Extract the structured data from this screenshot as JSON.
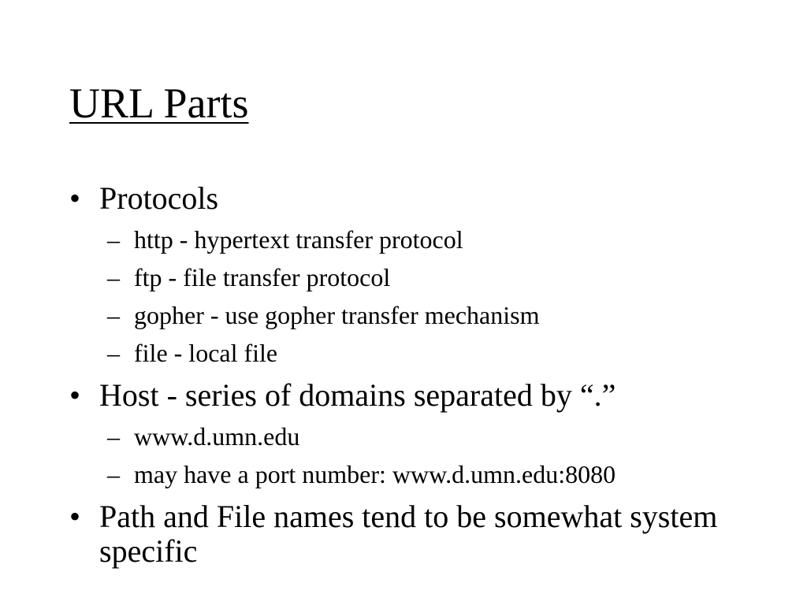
{
  "slide": {
    "title": "URL Parts",
    "bullets": [
      {
        "text": "Protocols",
        "subs": [
          "http - hypertext transfer protocol",
          "ftp - file transfer protocol",
          "gopher - use gopher transfer mechanism",
          "file - local file"
        ]
      },
      {
        "text": "Host - series of domains separated by “.”",
        "subs": [
          "www.d.umn.edu",
          "may have a port number: www.d.umn.edu:8080"
        ]
      },
      {
        "text": "Path and File names tend to be somewhat system specific",
        "subs": []
      }
    ]
  },
  "markers": {
    "bullet": "•",
    "sub": "–"
  }
}
